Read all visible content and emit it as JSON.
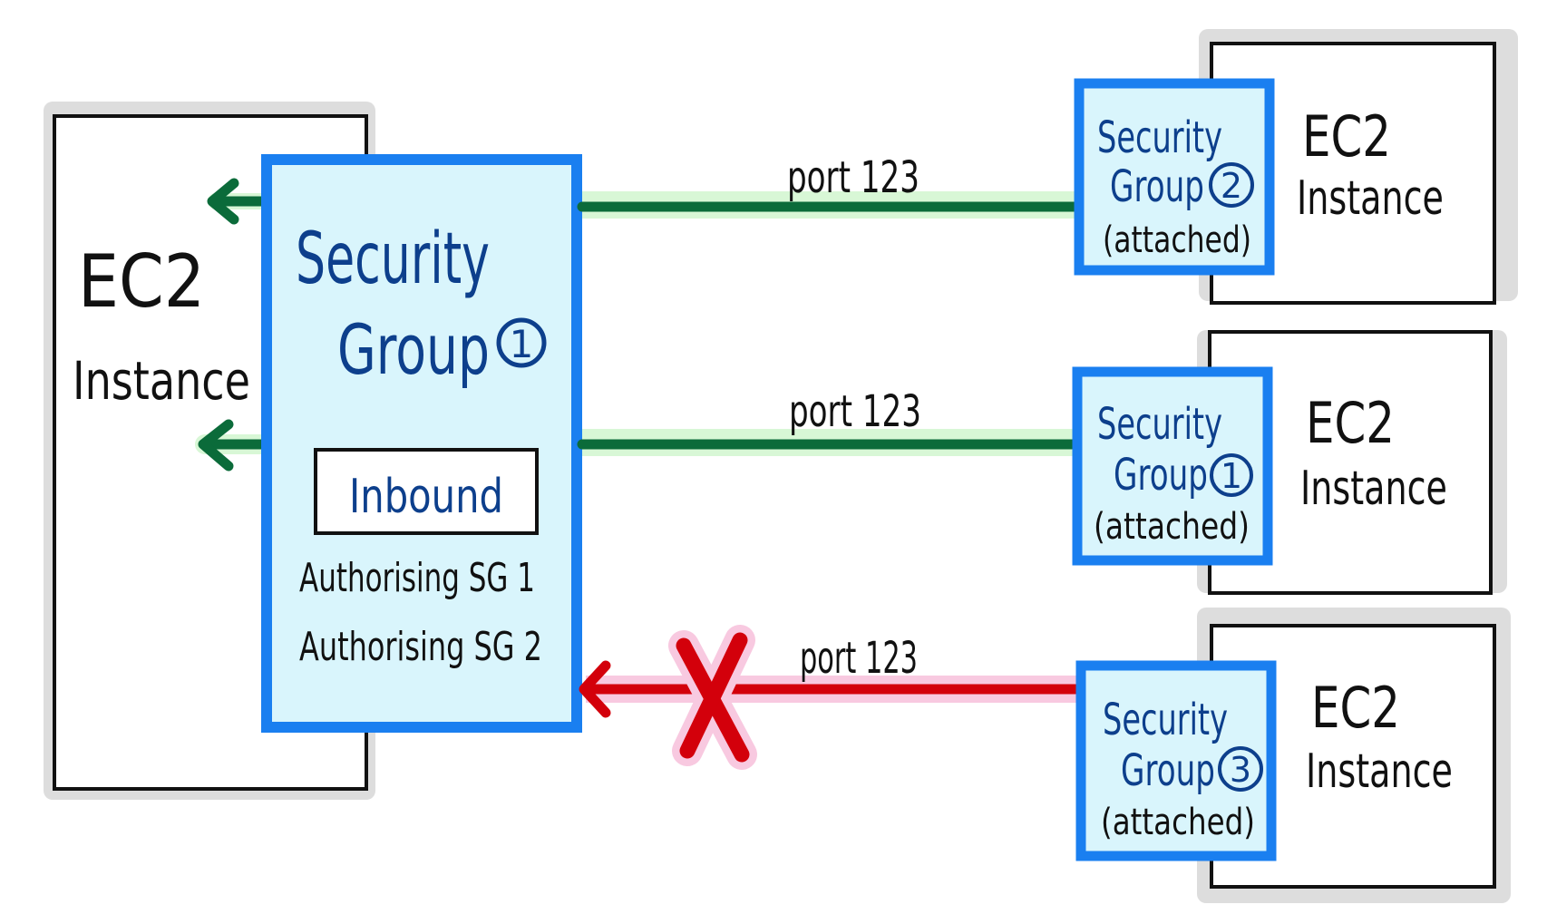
{
  "colors": {
    "sg_border": "#1a7ff0",
    "sg_fill": "#d9f5fc",
    "allowed_line": "#0b6b3a",
    "allowed_glow": "#d8f7d6",
    "denied_line": "#d3000b",
    "denied_glow": "#f8c9e0",
    "shadow": "#dddddd",
    "text_black": "#111111",
    "text_blue": "#0d3f8c"
  },
  "main_instance": {
    "label_line1": "EC2",
    "label_line2": "Instance"
  },
  "main_sg": {
    "title_line1": "Security",
    "title_line2": "Group",
    "number": "1",
    "inbound_label": "Inbound",
    "rules": [
      "Authorising SG 1",
      "Authorising SG 2"
    ]
  },
  "connections": [
    {
      "port_label": "port 123",
      "allowed": true
    },
    {
      "port_label": "port 123",
      "allowed": true
    },
    {
      "port_label": "port 123",
      "allowed": false
    }
  ],
  "remote_instances": [
    {
      "instance_line1": "EC2",
      "instance_line2": "Instance",
      "sg_line1": "Security",
      "sg_line2": "Group",
      "sg_number": "2",
      "sg_note": "(attached)"
    },
    {
      "instance_line1": "EC2",
      "instance_line2": "Instance",
      "sg_line1": "Security",
      "sg_line2": "Group",
      "sg_number": "1",
      "sg_note": "(attached)"
    },
    {
      "instance_line1": "EC2",
      "instance_line2": "Instance",
      "sg_line1": "Security",
      "sg_line2": "Group",
      "sg_number": "3",
      "sg_note": "(attached)"
    }
  ],
  "icons": {
    "denied_mark": "x-cross-icon",
    "arrow": "arrow-left-icon"
  }
}
